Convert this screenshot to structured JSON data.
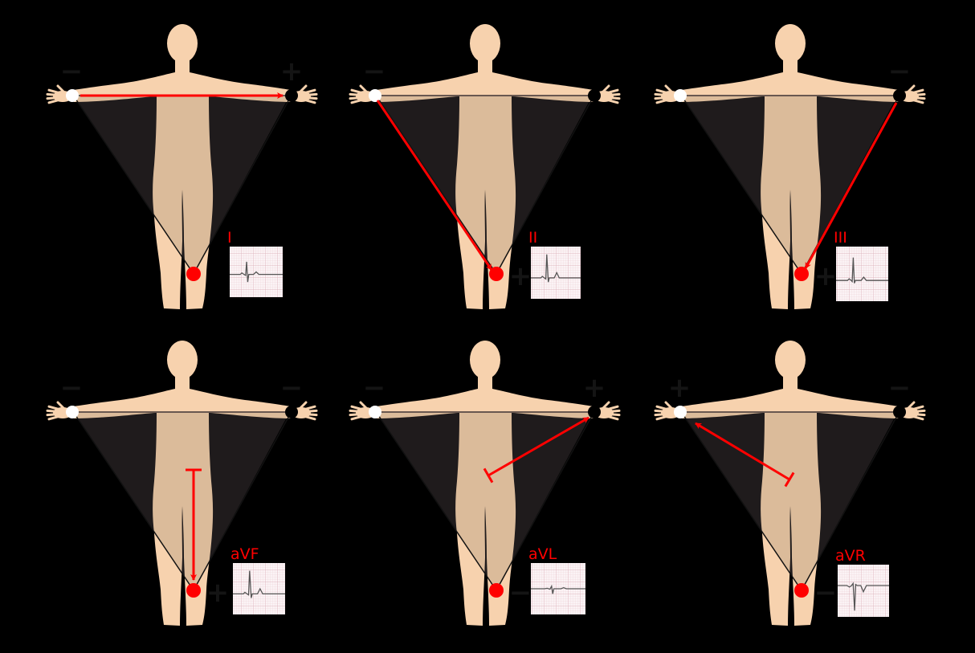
{
  "title": "Limb leads of the electrocardiogram",
  "colors": {
    "background": "#000000",
    "skin": "#f7d2ae",
    "skin_shaded": "#dcb897",
    "triangle": "#231f20",
    "vector": "#ff0000",
    "sign": "#141414",
    "electrode_ra": "#ffffff",
    "electrode_la": "#000000",
    "electrode_ll": "#ff0000"
  },
  "leads": [
    {
      "label": "I",
      "left_sign": "−",
      "right_sign": "+",
      "foot_sign": "",
      "vector": "arrow",
      "ecg": "upright"
    },
    {
      "label": "II",
      "left_sign": "−",
      "right_sign": "",
      "foot_sign": "+",
      "vector": "arrow",
      "ecg": "tall"
    },
    {
      "label": "III",
      "left_sign": "",
      "right_sign": "−",
      "foot_sign": "+",
      "vector": "arrow",
      "ecg": "small"
    },
    {
      "label": "aVF",
      "left_sign": "−",
      "right_sign": "−",
      "foot_sign": "+",
      "vector": "augmented",
      "ecg": "tall"
    },
    {
      "label": "aVL",
      "left_sign": "−",
      "right_sign": "+",
      "foot_sign": "−",
      "vector": "augmented",
      "ecg": "flat"
    },
    {
      "label": "aVR",
      "left_sign": "+",
      "right_sign": "−",
      "foot_sign": "−",
      "vector": "augmented",
      "ecg": "inverted"
    }
  ]
}
